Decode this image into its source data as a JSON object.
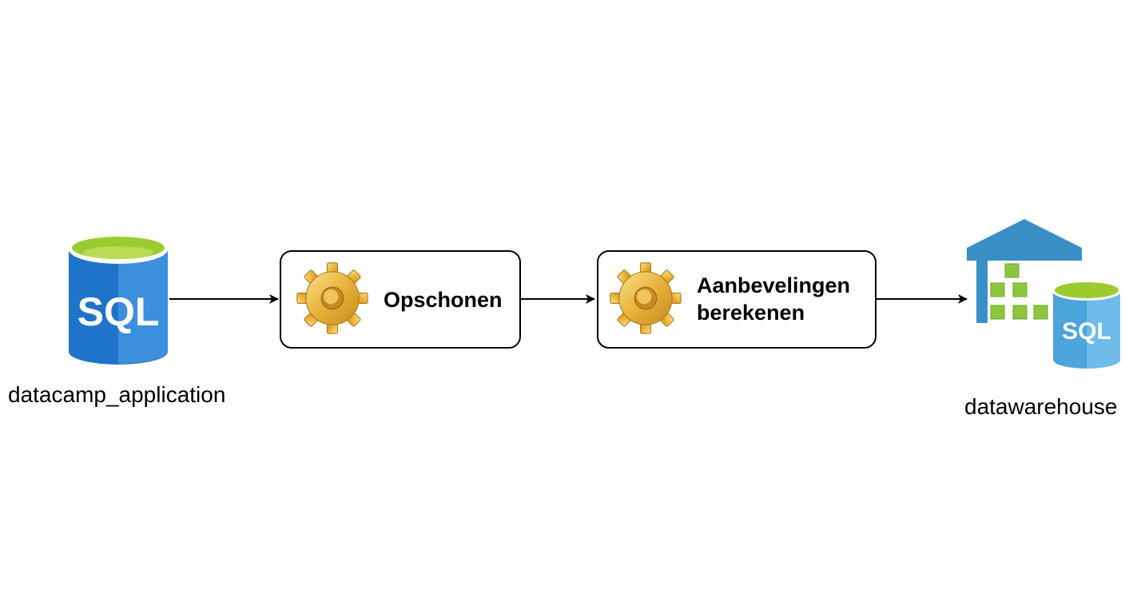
{
  "nodes": {
    "source": {
      "caption": "datacamp_application",
      "icon": "sql-database-icon",
      "icon_text": "SQL"
    },
    "step_clean": {
      "label": "Opschonen",
      "icon": "gear-icon"
    },
    "step_recommend": {
      "label_line1": "Aanbevelingen",
      "label_line2": "berekenen",
      "icon": "gear-icon"
    },
    "target": {
      "caption": "datawarehouse",
      "icon": "data-warehouse-icon",
      "icon_text": "SQL"
    }
  },
  "edges": [
    {
      "from": "datacamp_application",
      "to": "Opschonen"
    },
    {
      "from": "Opschonen",
      "to": "Aanbevelingen berekenen"
    },
    {
      "from": "Aanbevelingen berekenen",
      "to": "datawarehouse"
    }
  ],
  "colors": {
    "sql_blue": "#1f74c9",
    "sql_blue_light": "#3c8fdc",
    "sql_top_green": "#9ccb2f",
    "warehouse_roof": "#3a8fc7",
    "warehouse_crate": "#8cc63f",
    "warehouse_db": "#5aaee0",
    "gear_gold": "#e8b23a",
    "arrow": "#000000"
  }
}
